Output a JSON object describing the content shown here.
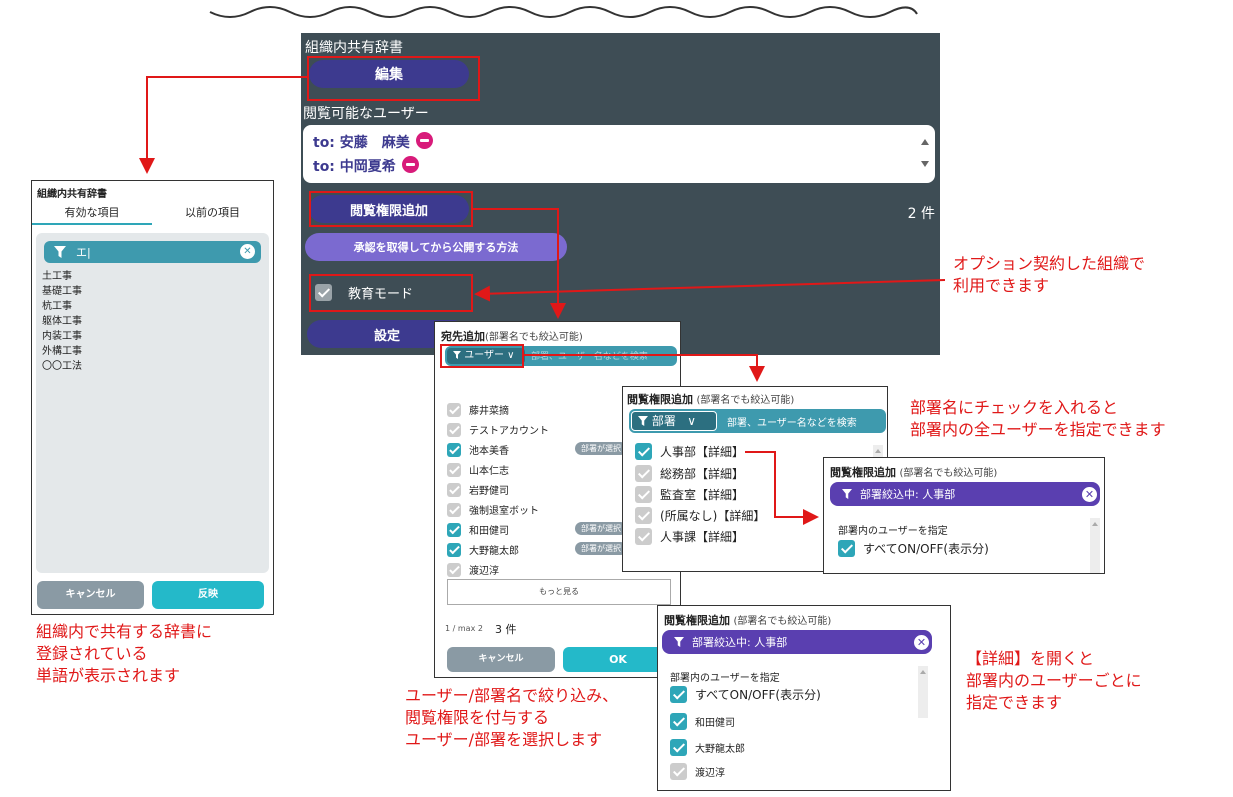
{
  "main": {
    "title": "組織内共有辞書",
    "edit_button": "編集",
    "viewable_users_label": "閲覧可能なユーザー",
    "users": [
      "to: 安藤　麻美",
      "to: 中岡夏希"
    ],
    "add_permission_button": "閲覧権限追加",
    "count": "2 件",
    "approval_button": "承認を取得してから公開する方法",
    "edu_mode_label": "教育モード",
    "settings_button": "設定"
  },
  "dictionary": {
    "title": "組織内共有辞書",
    "tab_active": "有効な項目",
    "tab_previous": "以前の項目",
    "search_value": "エ|",
    "items": [
      "土工事",
      "基礎工事",
      "杭工事",
      "躯体工事",
      "内装工事",
      "外構工事",
      "〇〇工法"
    ],
    "cancel": "キャンセル",
    "apply": "反映"
  },
  "recipients": {
    "title_bold": "宛先追加",
    "title_note": "(部署名でも絞込可能)",
    "filter_label": "ユーザー",
    "search_placeholder": "部署、ユーザー名などを検索",
    "users": [
      {
        "name": "藤井菜摘",
        "checked": false,
        "badge": ""
      },
      {
        "name": "テストアカウント",
        "checked": false,
        "badge": ""
      },
      {
        "name": "池本美香",
        "checked": true,
        "badge": "部署が選択"
      },
      {
        "name": "山本仁志",
        "checked": false,
        "badge": ""
      },
      {
        "name": "岩野健司",
        "checked": false,
        "badge": ""
      },
      {
        "name": "強制退室ボット",
        "checked": false,
        "badge": ""
      },
      {
        "name": "和田健司",
        "checked": true,
        "badge": "部署が選択"
      },
      {
        "name": "大野龍太郎",
        "checked": true,
        "badge": "部署が選択"
      },
      {
        "name": "渡辺淳",
        "checked": false,
        "badge": ""
      }
    ],
    "more": "もっと見る",
    "page_info": "1 / max 2",
    "count": "3 件",
    "cancel": "キャンセル",
    "ok": "OK"
  },
  "dept_panel": {
    "title_bold": "閲覧権限追加",
    "title_note": "(部署名でも絞込可能)",
    "filter_label": "部署",
    "search_placeholder": "部署、ユーザー名などを検索",
    "depts": [
      {
        "name": "人事部【詳細】",
        "checked": true
      },
      {
        "name": "総務部【詳細】",
        "checked": false
      },
      {
        "name": "監査室【詳細】",
        "checked": false
      },
      {
        "name": "(所属なし)【詳細】",
        "checked": false
      },
      {
        "name": "人事課【詳細】",
        "checked": false
      }
    ]
  },
  "detail_panel_1": {
    "title_bold": "閲覧権限追加",
    "title_note": "(部署名でも絞込可能)",
    "filter_label": "部署絞込中: 人事部",
    "section_label": "部署内のユーザーを指定",
    "all_toggle": "すべてON/OFF(表示分)"
  },
  "detail_panel_2": {
    "title_bold": "閲覧権限追加",
    "title_note": "(部署名でも絞込可能)",
    "filter_label": "部署絞込中: 人事部",
    "section_label": "部署内のユーザーを指定",
    "all_toggle": "すべてON/OFF(表示分)",
    "users": [
      {
        "name": "和田健司",
        "checked": true
      },
      {
        "name": "大野龍太郎",
        "checked": true
      },
      {
        "name": "渡辺淳",
        "checked": false
      }
    ]
  },
  "annotations": {
    "option_line1": "オプション契約した組織で",
    "option_line2": "利用できます",
    "dept_check_line1": "部署名にチェックを入れると",
    "dept_check_line2": "部署内の全ユーザーを指定できます",
    "dict_line1": "組織内で共有する辞書に",
    "dict_line2": "登録されている",
    "dict_line3": "単語が表示されます",
    "filter_line1": "ユーザー/部署名で絞り込み、",
    "filter_line2": "閲覧権限を付与する",
    "filter_line3": "ユーザー/部署を選択します",
    "detail_line1": "【詳細】を開くと",
    "detail_line2": "部署内のユーザーごとに",
    "detail_line3": "指定できます"
  },
  "colors": {
    "accent_red": "#e01818",
    "panel_dark": "#3e4d55",
    "primary_purple": "#3d3a8f",
    "teal": "#2ea6b8",
    "filter_purple": "#5a3fb0"
  }
}
